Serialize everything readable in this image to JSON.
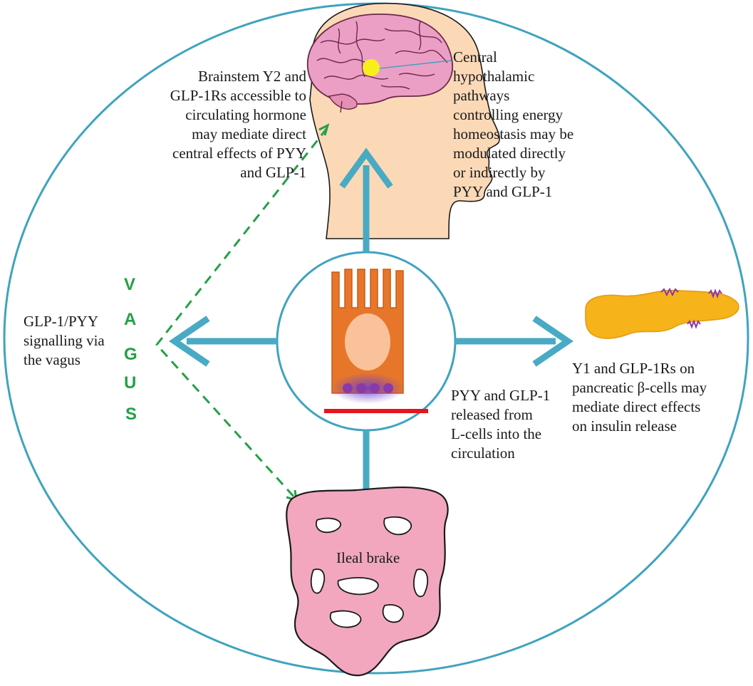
{
  "colors": {
    "ring": "#3fa3bf",
    "arrow": "#49aac4",
    "vagus_dashed": "#24a046",
    "brain": "#e99ec4",
    "head": "#fbd9b7",
    "cell": "#e8762a",
    "nucleus": "#fac29a",
    "granule": "#8a39a6",
    "baseline": "#e6141c",
    "pancreas": "#f6b31a",
    "intestine": "#f2a7bf"
  },
  "icons": [
    "brain-icon",
    "head-silhouette-icon",
    "l-cell-icon",
    "pancreas-icon",
    "intestine-icon",
    "hypothalamus-marker-icon"
  ],
  "labels": {
    "brainstem": "Brainstem Y2 and\nGLP-1Rs accessible to\ncirculating hormone\nmay mediate direct\ncentral effects of PYY\nand GLP-1",
    "hypothalamic": "Central\nhypothalamic\npathways\ncontrolling energy\nhomeostasis may be\nmodulated directly\nor indirectly by\nPYY and GLP-1",
    "vagus_signalling": "GLP-1/PYY\nsignalling via\nthe vagus",
    "vagus_letters": [
      "V",
      "A",
      "G",
      "U",
      "S"
    ],
    "release": "PYY and GLP-1\nreleased from\nL-cells into the\ncirculation",
    "pancreas": "Y1 and GLP-1Rs on\npancreatic β-cells may\nmediate direct effects\non insulin release",
    "ileal_brake": "Ileal brake"
  }
}
